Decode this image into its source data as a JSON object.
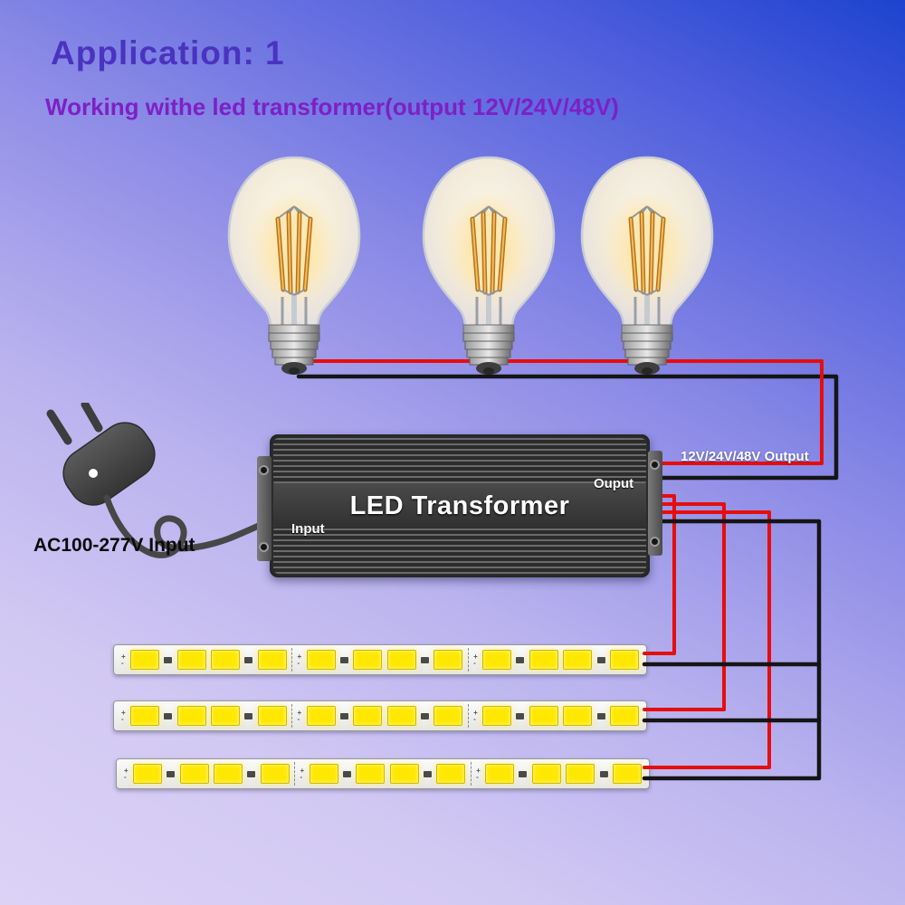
{
  "header": {
    "title": "Application: 1",
    "subtitle": "Working withe led transformer(output 12V/24V/48V)"
  },
  "labels": {
    "ac_input": "AC100-277V Input",
    "transformer_name": "LED Transformer",
    "input_label": "Input",
    "output_label": "Ouput",
    "dc_output": "12V/24V/48V Output"
  },
  "bulbs": {
    "count": 3
  },
  "strips": {
    "count": 3,
    "sections_per_strip": 3,
    "leds_per_section": 4,
    "polarity_mark": "+\n-",
    "led_color": "#ffe800"
  },
  "colors": {
    "wire_red": "#e60d0d",
    "wire_black": "#151515",
    "led_yellow": "#ffe800",
    "title": "#4a33c0",
    "subtitle": "#7d20c6",
    "background_top": "#1d43cf",
    "background_bottom": "#dcd2f6"
  }
}
